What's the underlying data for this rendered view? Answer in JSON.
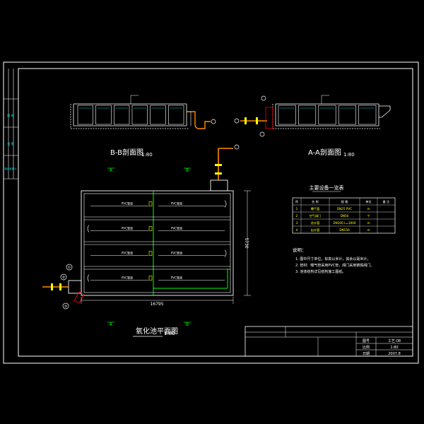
{
  "views": {
    "bb": {
      "title": "B-B剖面图",
      "scale": "1:80"
    },
    "aa": {
      "title": "A-A剖面图",
      "scale": "1:80"
    },
    "plan": {
      "title": "氧化池平面图",
      "scale": "1:80"
    }
  },
  "plan": {
    "width_dim": "16795",
    "height_dim": "5730",
    "section_marks": [
      "A",
      "B"
    ],
    "pipe_labels": [
      "PVC管道",
      "PVC管道",
      "PVC管道",
      "PVC管道",
      "PVC管道",
      "PVC管道",
      "PVC管道",
      "PVC管道"
    ],
    "callouts": [
      "①",
      "②",
      "③"
    ]
  },
  "materials_table": {
    "title": "主要设备一览表",
    "headers": [
      "序",
      "名 称",
      "规 格",
      "单位",
      "备 注"
    ],
    "rows": [
      [
        "1",
        "曝气管",
        "DN25 PVC",
        "m",
        ""
      ],
      [
        "2",
        "空气阀门",
        "DN50",
        "个",
        ""
      ],
      [
        "3",
        "进水管",
        "DN100 L=3000",
        "m",
        ""
      ],
      [
        "4",
        "出水管",
        "DN150",
        "m",
        ""
      ]
    ]
  },
  "notes": {
    "title": "说明：",
    "items": [
      "1. 图中尺寸单位，标高以米计，其余以毫米计。",
      "2. 管材：曝气管采用PVC管，阀门采用铸铁阀门。",
      "3. 池体结构详见结构施工图纸。"
    ]
  },
  "side_strip": {
    "labels": [
      "图 纸",
      "会 签",
      "设计负责人"
    ]
  },
  "title_block": {
    "labels": [
      "图号",
      "比例",
      "日期"
    ],
    "values": [
      "工艺-08",
      "1:80",
      "2007.8"
    ]
  },
  "colors": {
    "background": "#000000",
    "line": "#ffffff",
    "accent": "#ffff00",
    "pipe": "#ff8c00",
    "green": "#00ff00",
    "red": "#ff0000",
    "cyan": "#00ffff"
  }
}
